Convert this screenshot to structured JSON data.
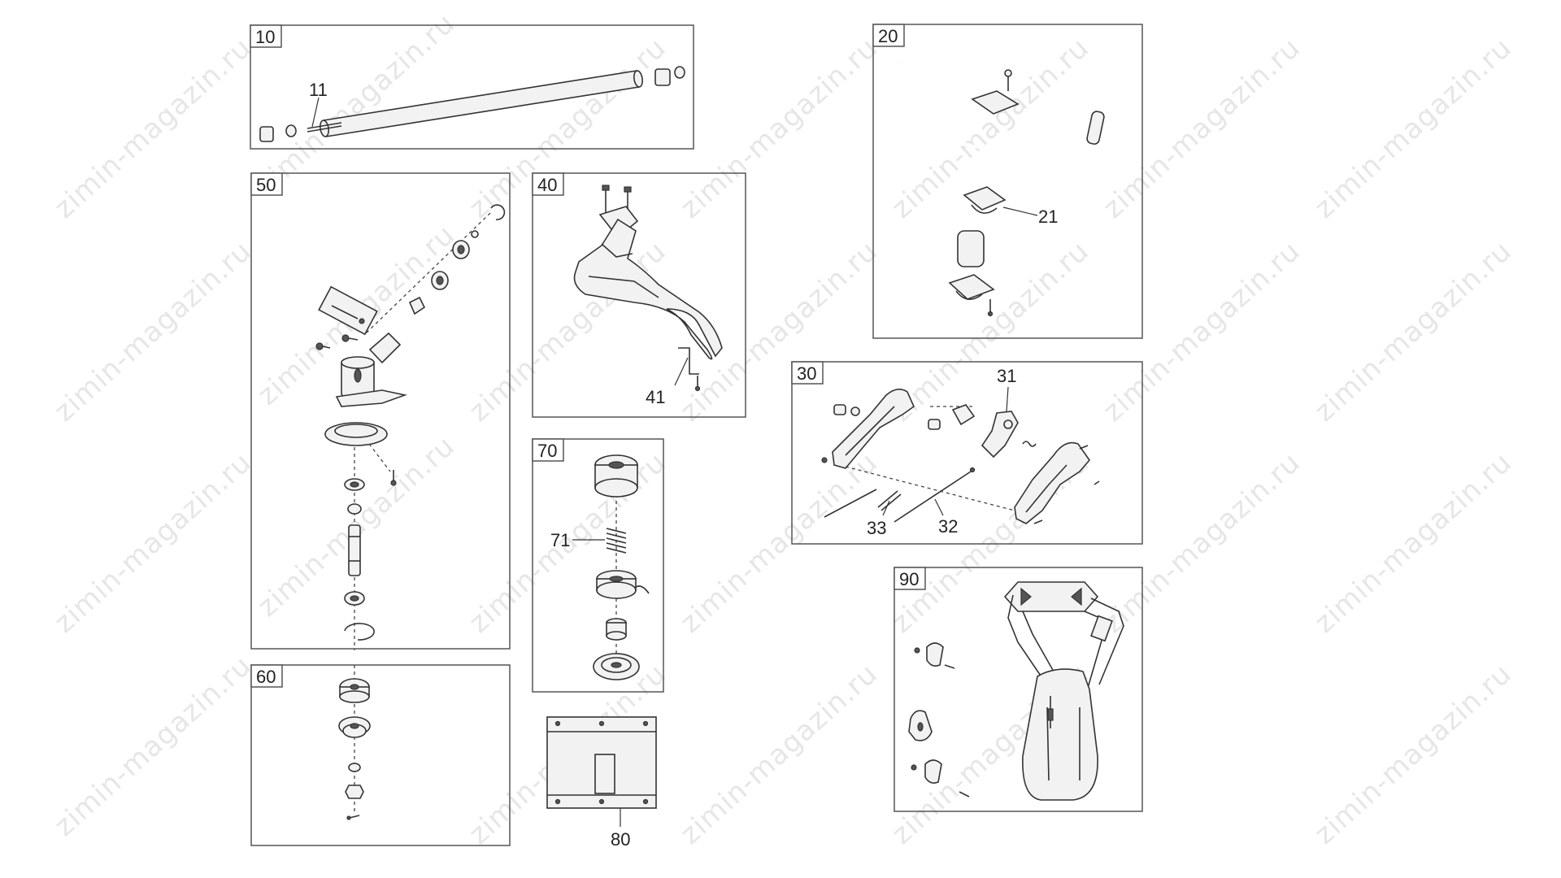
{
  "watermark": {
    "text": "zimin-magazin.ru"
  },
  "panels": {
    "p10": {
      "number": "10"
    },
    "p20": {
      "number": "20"
    },
    "p30": {
      "number": "30"
    },
    "p40": {
      "number": "40"
    },
    "p50": {
      "number": "50"
    },
    "p60": {
      "number": "60"
    },
    "p70": {
      "number": "70"
    },
    "p90": {
      "number": "90"
    }
  },
  "callouts": {
    "c11": "11",
    "c21": "21",
    "c31": "31",
    "c32": "32",
    "c33": "33",
    "c41": "41",
    "c71": "71",
    "c80": "80"
  }
}
